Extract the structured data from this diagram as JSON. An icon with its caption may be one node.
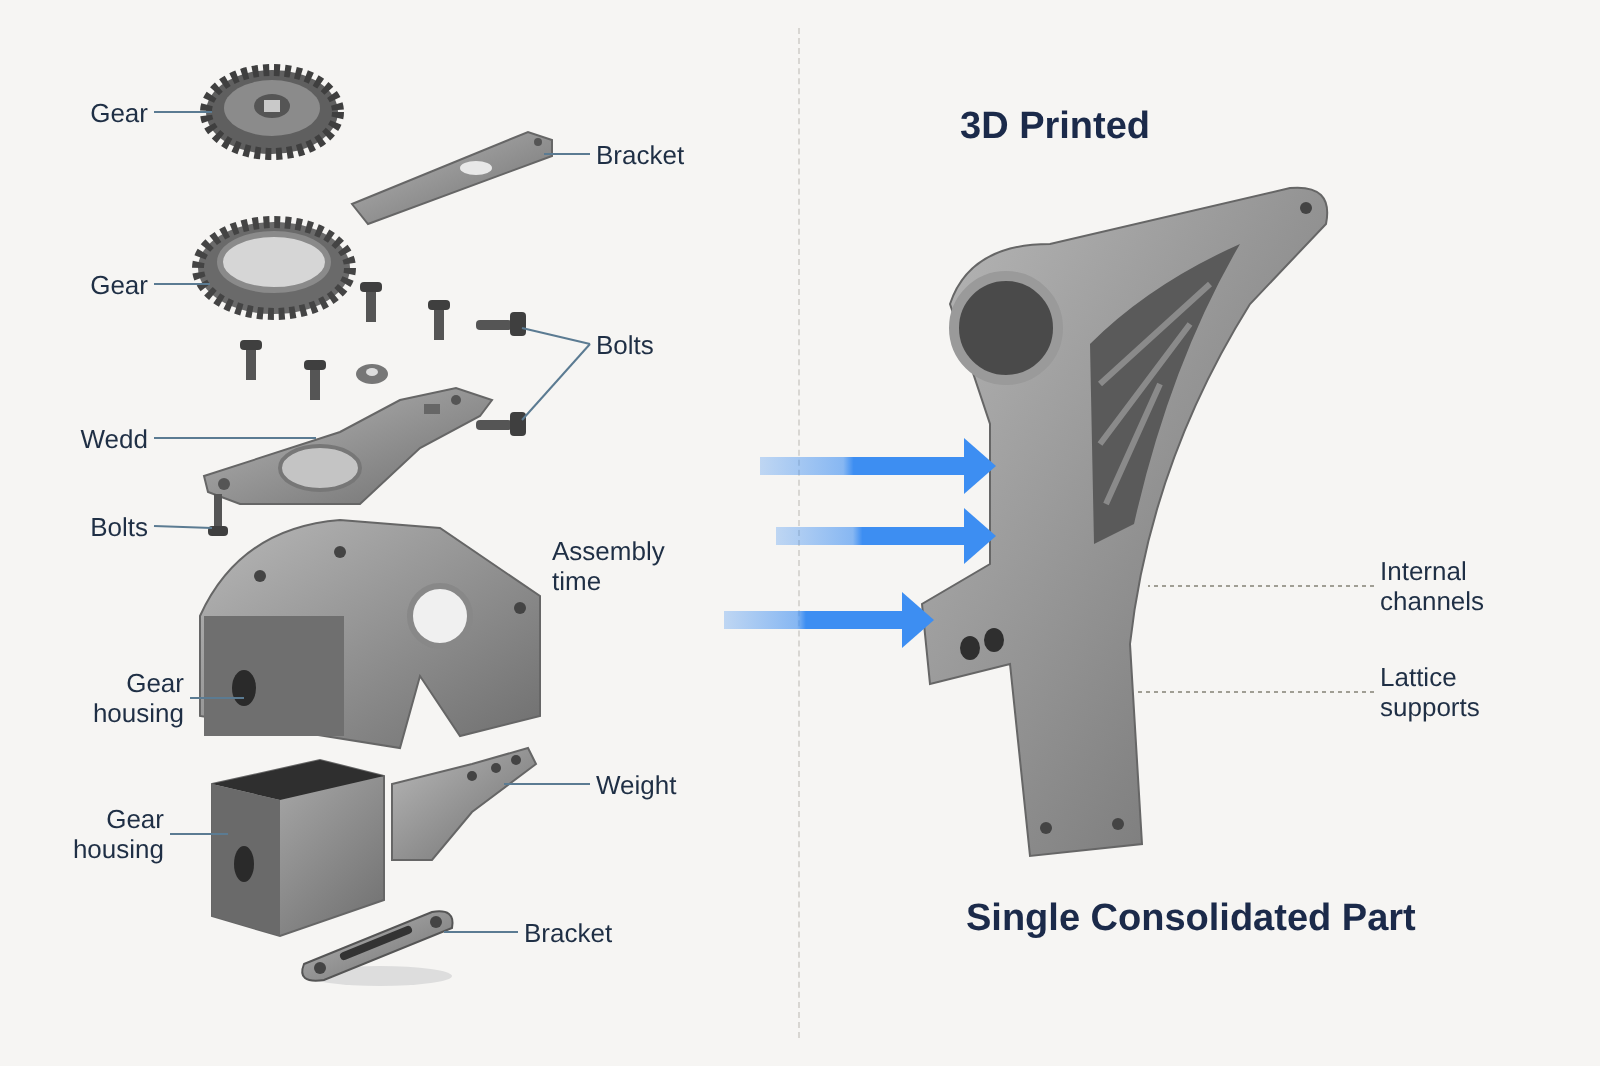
{
  "diagram": {
    "nodes": [
      {
        "text": [
          "Gear"
        ]
      },
      {
        "text": [],
        "shape": "picture"
      },
      {
        "text": [
          "Bracket"
        ]
      },
      {
        "text": [],
        "shape": "picture"
      },
      {
        "text": [
          "Gear"
        ]
      },
      {
        "text": [],
        "shape": "picture"
      },
      {
        "text": [
          "Bolts"
        ]
      },
      {
        "text": [],
        "shape": "picture"
      },
      {
        "text": [],
        "shape": "picture"
      },
      {
        "text": [
          "Wedd"
        ]
      },
      {
        "text": [],
        "shape": "picture"
      },
      {
        "text": [
          "Bolts"
        ]
      },
      {
        "text": [],
        "shape": "picture"
      },
      {
        "text": [
          "Gear housing"
        ]
      },
      {
        "text": [],
        "shape": "picture"
      },
      {
        "text": [
          "Gear housing"
        ]
      },
      {
        "text": [],
        "shape": "picture"
      },
      {
        "text": [
          "Weight"
        ]
      },
      {
        "text": [],
        "shape": "picture"
      },
      {
        "text": [
          "Bracket"
        ]
      },
      {
        "text": [],
        "shape": "picture"
      },
      {
        "text": [],
        "shape": "picture"
      },
      {
        "text": [
          "Internal channels"
        ]
      },
      {
        "text": [
          "Lattice supports"
        ]
      }
    ],
    "edges": [
      {
        "from": 0,
        "to": 1,
        "arrow": "none"
      },
      {
        "from": 2,
        "to": 3,
        "arrow": "none"
      },
      {
        "from": 4,
        "to": 5,
        "arrow": "none"
      },
      {
        "from": 6,
        "to": 7,
        "arrow": "none"
      },
      {
        "from": 6,
        "to": 8,
        "arrow": "none"
      },
      {
        "from": 9,
        "to": 10,
        "arrow": "none"
      },
      {
        "from": 11,
        "to": 12,
        "arrow": "none"
      },
      {
        "from": 13,
        "to": 14,
        "arrow": "none"
      },
      {
        "from": 15,
        "to": 16,
        "arrow": "none"
      },
      {
        "from": 17,
        "to": 18,
        "arrow": "none"
      },
      {
        "from": 19,
        "to": 20,
        "arrow": "none"
      },
      {
        "from": 22,
        "to": 21,
        "arrow": "none",
        "style": "dashed",
        "color": "#a09e94"
      },
      {
        "from": 23,
        "to": 21,
        "arrow": "none",
        "style": "dashed",
        "color": "#a09e94"
      },
      {
        "from": null,
        "to": 21,
        "arrow": "to",
        "style": "thick",
        "color": "#3d8ef2"
      },
      {
        "from": null,
        "to": 21,
        "arrow": "to",
        "style": "thick",
        "color": "#3d8ef2"
      },
      {
        "from": null,
        "to": 21,
        "arrow": "to",
        "style": "thick",
        "color": "#3d8ef2"
      }
    ],
    "labels": [
      "3D Printed",
      "Assembly time",
      "Single Consolidated Part"
    ]
  }
}
